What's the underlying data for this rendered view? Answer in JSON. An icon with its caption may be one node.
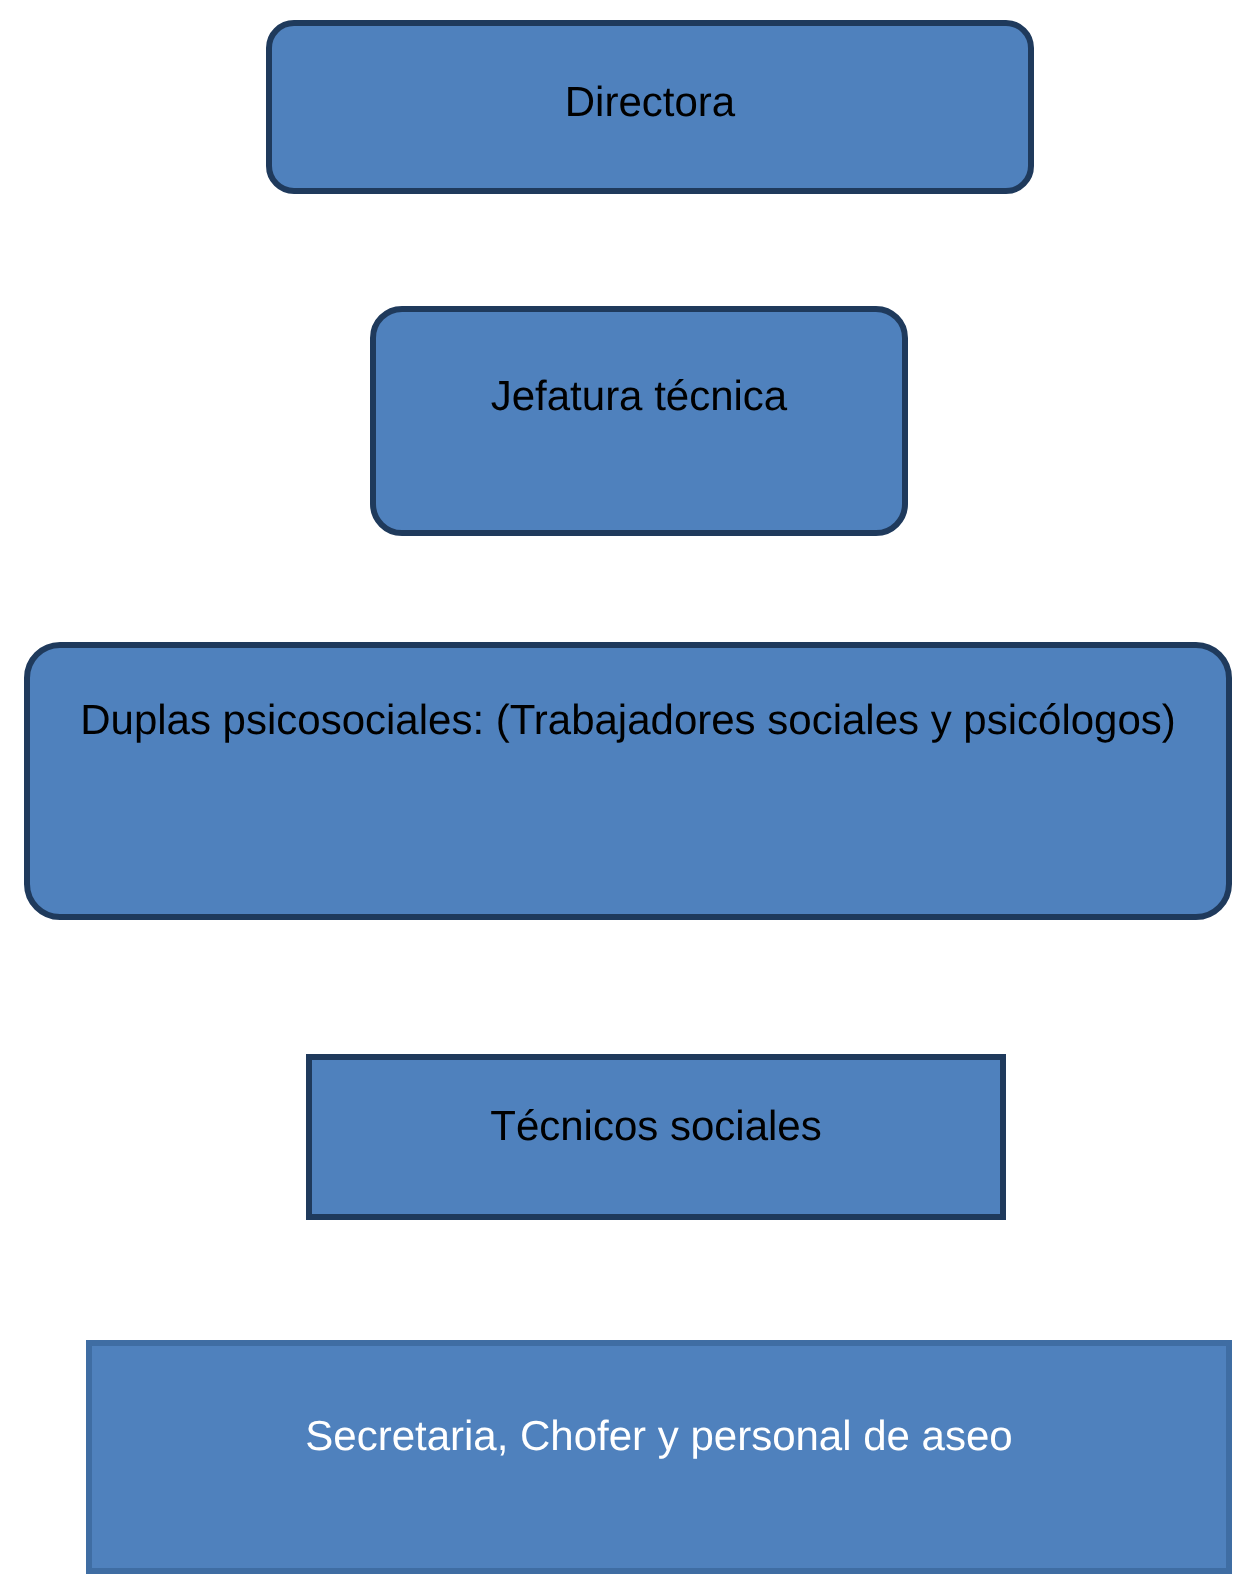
{
  "diagram": {
    "nodes": [
      {
        "text": [
          "Directora"
        ]
      },
      {
        "text": [
          "Jefatura técnica"
        ]
      },
      {
        "text": [
          "Duplas psicosociales: (Trabajadores sociales y psicólogos)"
        ]
      },
      {
        "text": [
          "Técnicos sociales"
        ]
      },
      {
        "text": [
          "Secretaria, Chofer y personal de aseo"
        ]
      }
    ]
  }
}
